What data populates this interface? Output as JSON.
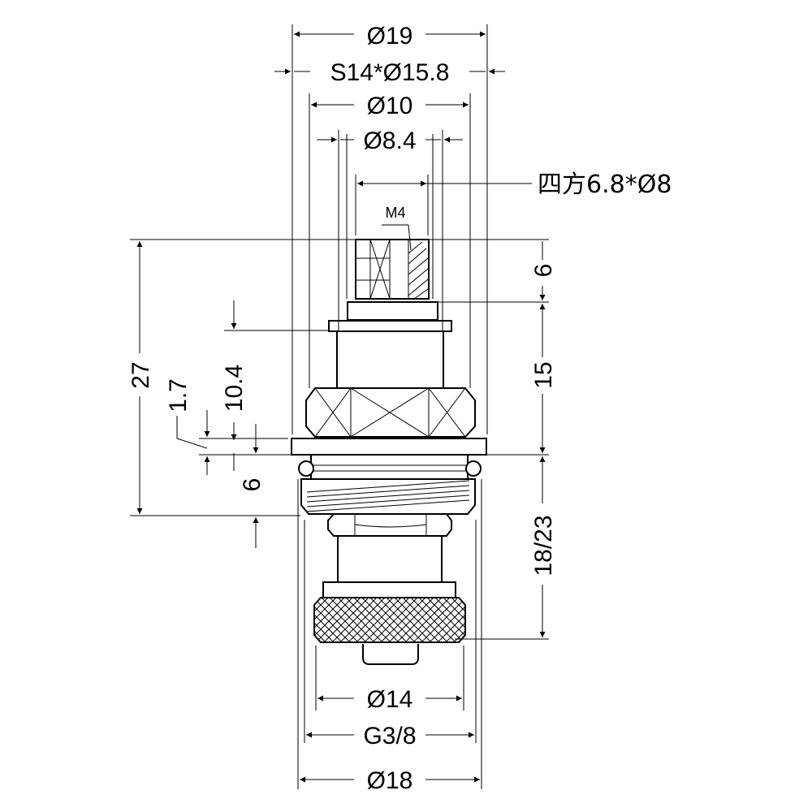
{
  "dimensions": {
    "top_phi19": "Ø19",
    "top_s14": "S14*Ø15.8",
    "top_phi10": "Ø10",
    "top_phi8_4": "Ø8.4",
    "square_callout": "四方6.8*Ø8",
    "thread_m4": "M4",
    "right_6": "6",
    "right_15": "15",
    "right_18_23": "18/23",
    "left_27": "27",
    "left_1_7": "1.7",
    "left_10_4": "10.4",
    "left_6": "6",
    "bottom_phi14": "Ø14",
    "bottom_g3_8": "G3/8",
    "bottom_phi18": "Ø18"
  }
}
